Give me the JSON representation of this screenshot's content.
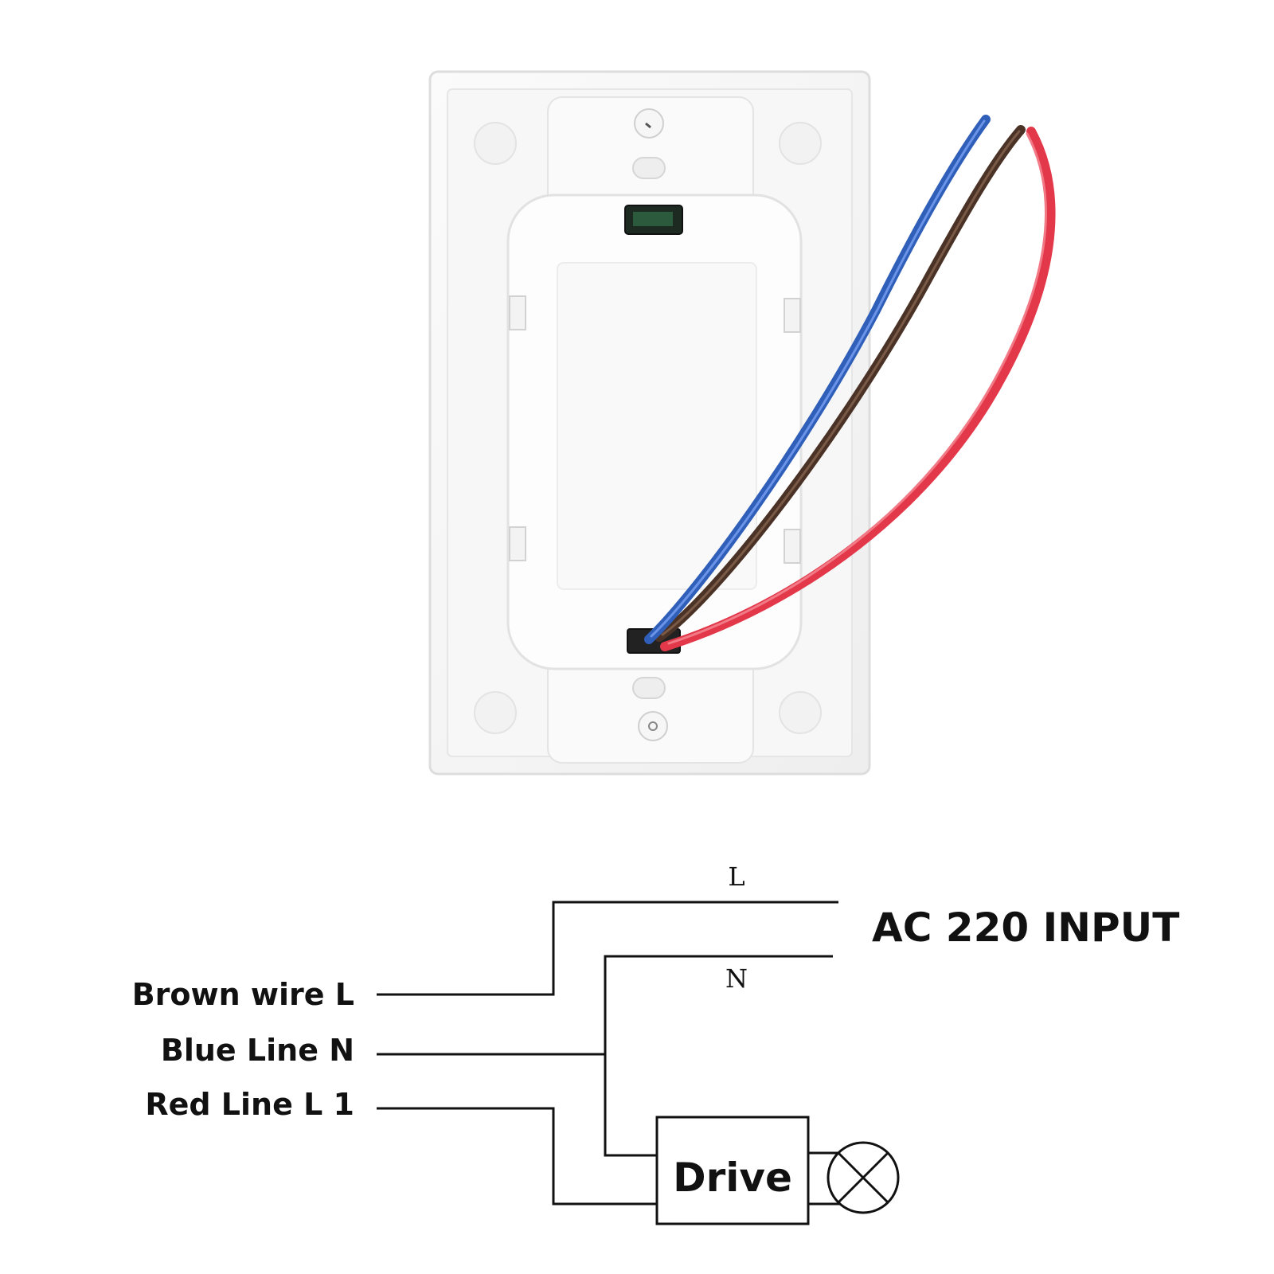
{
  "diagram": {
    "labels": {
      "brown": "Brown wire L",
      "blue": "Blue Line N",
      "red": "Red Line L 1"
    },
    "line_L": "L",
    "line_N": "N",
    "input": "AC 220 INPUT",
    "drive": "Drive"
  },
  "colors": {
    "blue_wire": "#2f5fb8",
    "brown_wire": "#4a3326",
    "red_wire": "#e2384a",
    "plate": "#f4f4f4"
  }
}
